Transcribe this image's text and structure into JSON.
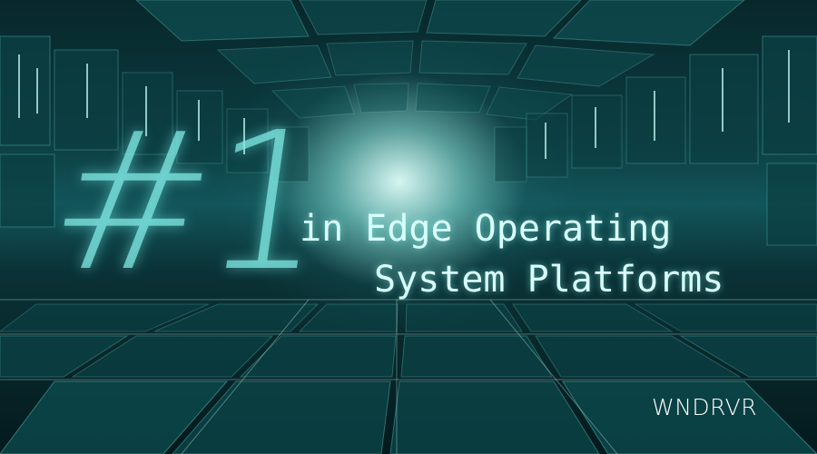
{
  "hero": {
    "number": "#1",
    "line1": "in Edge Operating",
    "line2": "System Platforms"
  },
  "brand": {
    "logo_text": "WNDRVR"
  },
  "colors": {
    "accent_teal": "#82ece6",
    "text_light": "#d8fffb",
    "logo_white": "#ffffff",
    "background_dark": "#031417"
  }
}
